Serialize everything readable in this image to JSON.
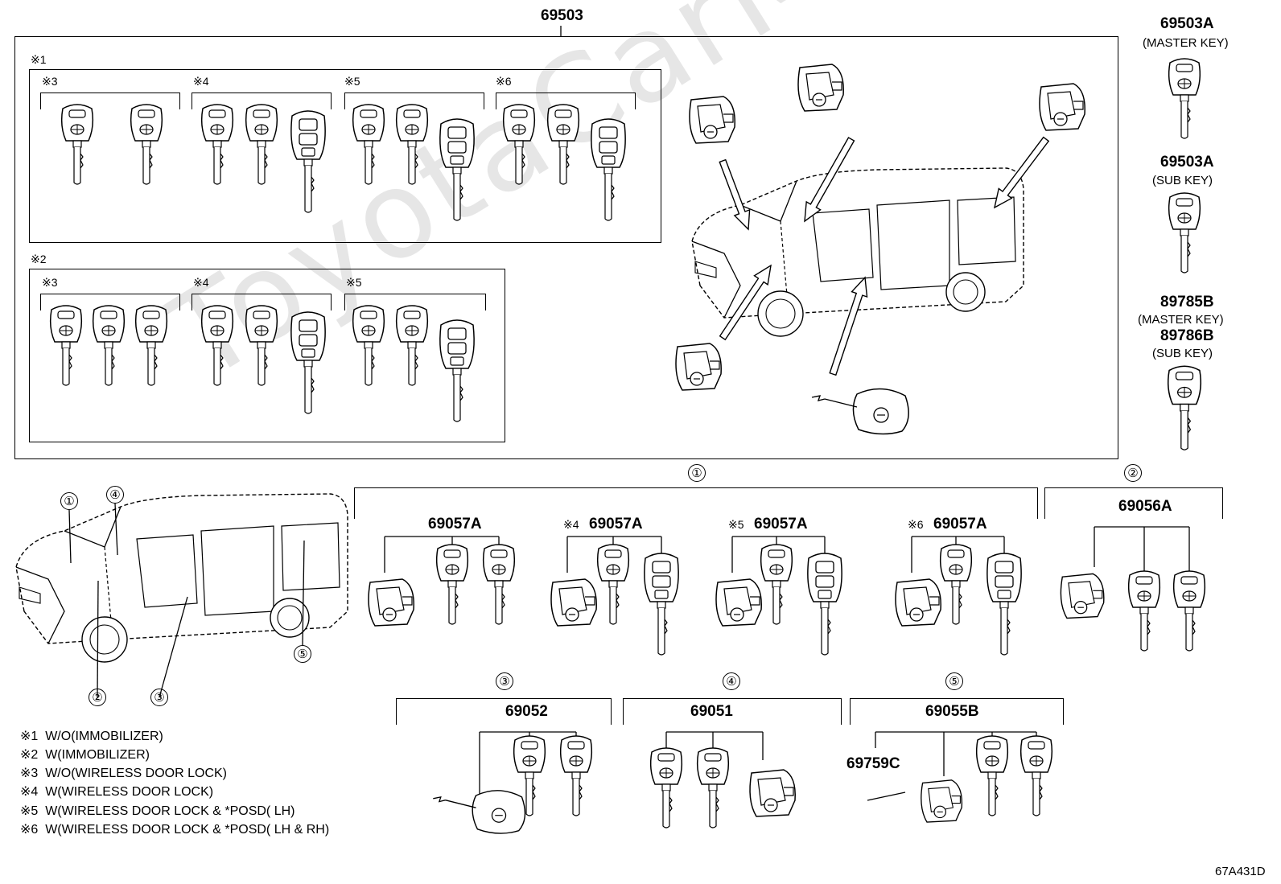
{
  "watermark": "ToyotaCarMe.ru",
  "main_assembly": {
    "part_no": "69503"
  },
  "right_keys": [
    {
      "part_no": "69503A",
      "desc": "(MASTER KEY)"
    },
    {
      "part_no": "69503A",
      "desc": "(SUB KEY)"
    },
    {
      "part_no": "89785B",
      "desc": "(MASTER KEY)"
    },
    {
      "part_no": "89786B",
      "desc": "(SUB KEY)"
    }
  ],
  "group_w_o_immobilizer": {
    "mark": "※1",
    "subs": [
      "※3",
      "※4",
      "※5",
      "※6"
    ]
  },
  "group_w_immobilizer": {
    "mark": "※2",
    "subs": [
      "※3",
      "※4",
      "※5"
    ]
  },
  "callouts": [
    "①",
    "②",
    "③",
    "④",
    "⑤"
  ],
  "sets": {
    "set1": {
      "circle": "①",
      "items": [
        {
          "mark": "",
          "part_no": "69057A"
        },
        {
          "mark": "※4",
          "part_no": "69057A"
        },
        {
          "mark": "※5",
          "part_no": "69057A"
        },
        {
          "mark": "※6",
          "part_no": "69057A"
        }
      ]
    },
    "set2": {
      "circle": "②",
      "part_no": "69056A"
    },
    "set3": {
      "circle": "③",
      "part_no": "69052"
    },
    "set4": {
      "circle": "④",
      "part_no": "69051"
    },
    "set5": {
      "circle": "⑤",
      "part_no": "69055B",
      "extra_part_no": "69759C"
    }
  },
  "legend": [
    {
      "mark": "※1",
      "text": "W/O(IMMOBILIZER)"
    },
    {
      "mark": "※2",
      "text": "W(IMMOBILIZER)"
    },
    {
      "mark": "※3",
      "text": "W/O(WIRELESS DOOR LOCK)"
    },
    {
      "mark": "※4",
      "text": "W(WIRELESS DOOR LOCK)"
    },
    {
      "mark": "※5",
      "text": "W(WIRELESS DOOR LOCK & *POSD( LH)"
    },
    {
      "mark": "※6",
      "text": "W(WIRELESS DOOR LOCK & *POSD( LH & RH)"
    }
  ],
  "diagram_code": "67A431D"
}
